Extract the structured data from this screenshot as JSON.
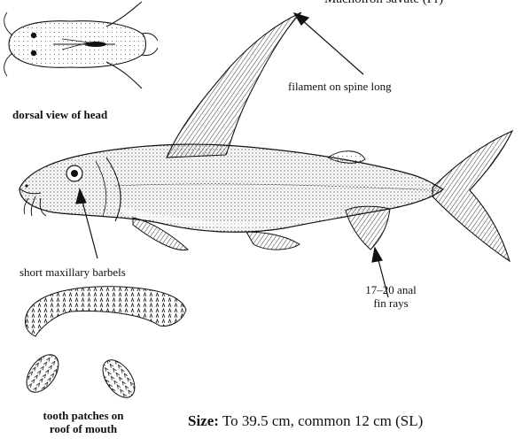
{
  "title_fragment": "Machoiron savate (Fr)",
  "labels": {
    "dorsal_view": "dorsal view of head",
    "filament": "filament on spine long",
    "barbels": "short maxillary barbels",
    "anal_rays_line1": "17–20 anal",
    "anal_rays_line2": "fin rays",
    "tooth_line1": "tooth patches on",
    "tooth_line2": "roof of mouth"
  },
  "size": {
    "label": "Size:",
    "text": "To 39.5 cm, common 12 cm",
    "unit_note": "(SL)"
  }
}
